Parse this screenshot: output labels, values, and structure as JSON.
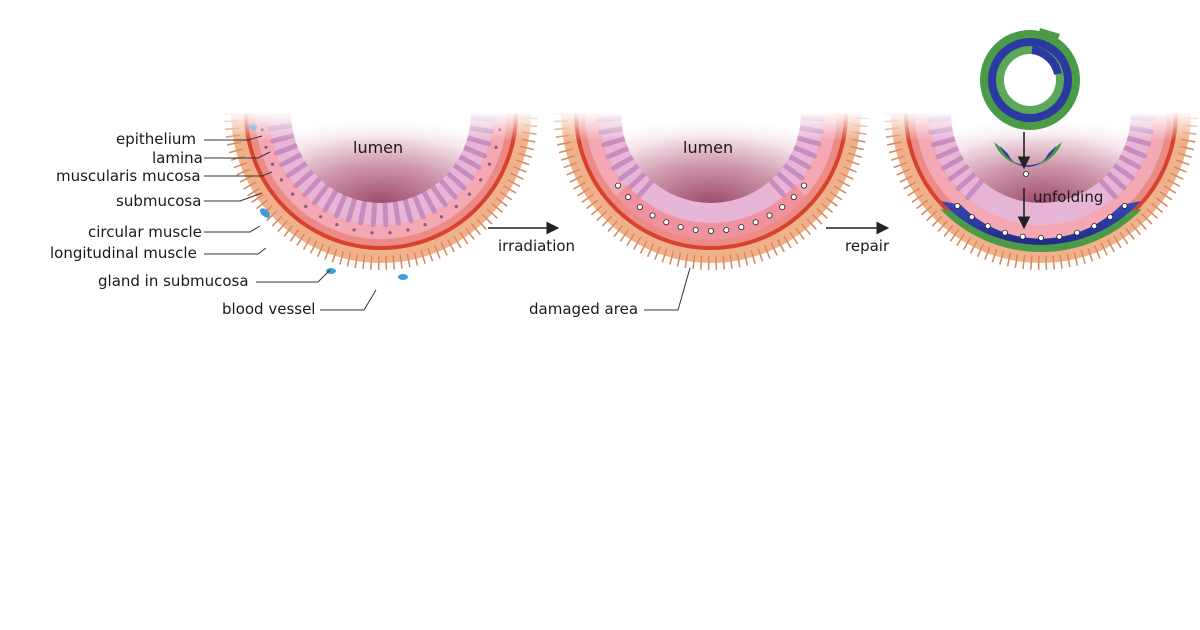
{
  "panels": [
    {
      "id": "normal",
      "lumen": "lumen"
    },
    {
      "id": "irradiated",
      "lumen": "lumen"
    },
    {
      "id": "repaired"
    }
  ],
  "layer_labels": [
    "epithelium",
    "lamina",
    "muscularis mucosa",
    "submucosa",
    "circular muscle",
    "longitudinal muscle",
    "gland in submucosa",
    "blood vessel"
  ],
  "process_labels": {
    "step1": "irradiation",
    "step2": "repair",
    "unfolding": "unfolding",
    "damaged": "damaged area"
  },
  "colors": {
    "outer_tissue": "#f0b08a",
    "muscle_red": "#d7422d",
    "mucosa_pink": "#f3a8b4",
    "villi": "#e3b7dd",
    "lumen_core": "#a55a78",
    "patch_blue": "#2b3aa0",
    "patch_green": "#4a9a48",
    "gland_blue": "#3b9ed6"
  }
}
